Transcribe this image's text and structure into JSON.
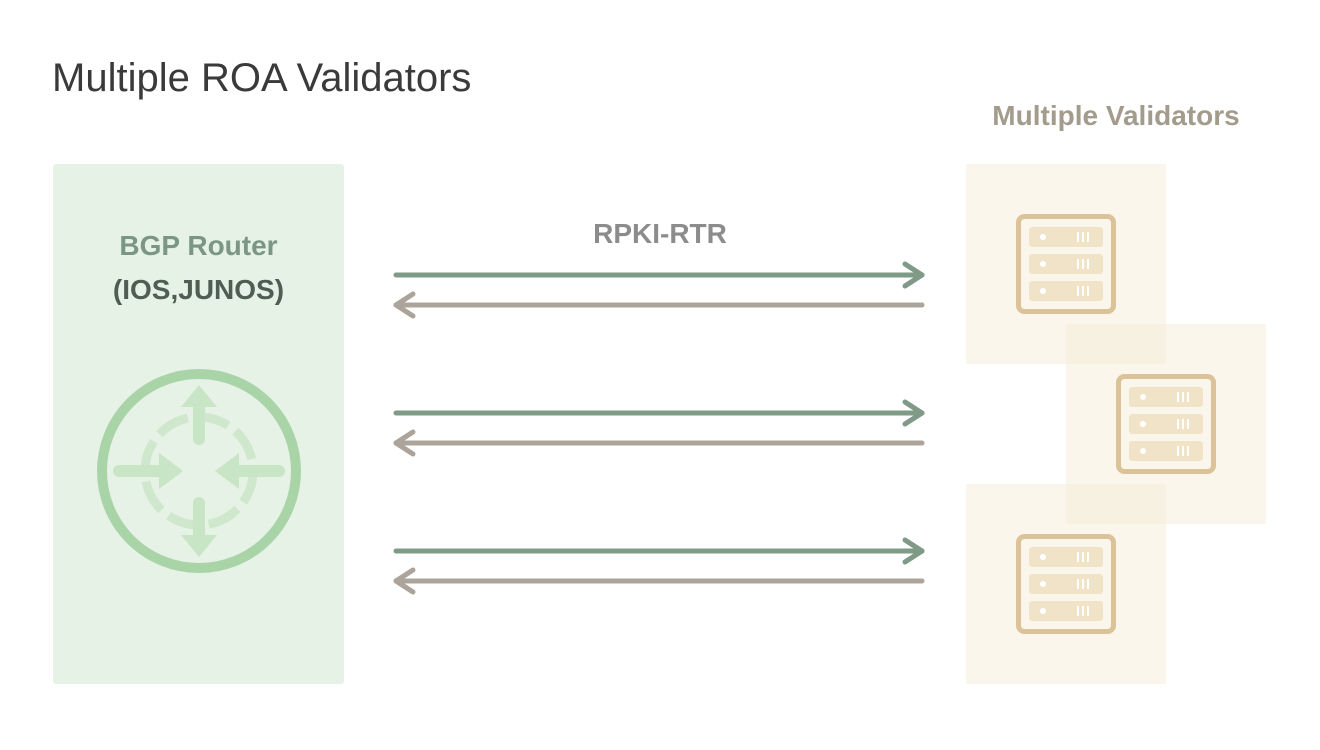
{
  "title": "Multiple ROA Validators",
  "router": {
    "name": "BGP Router",
    "os": "(IOS,JUNOS)",
    "icon": "router-icon"
  },
  "protocol": {
    "label": "RPKI-RTR"
  },
  "validators": {
    "heading": "Multiple Validators",
    "count": 3,
    "icon": "server-icon"
  },
  "connections": [
    {
      "to_validator": "rightward-arrow",
      "from_validator": "leftward-arrow"
    },
    {
      "to_validator": "rightward-arrow",
      "from_validator": "leftward-arrow"
    },
    {
      "to_validator": "rightward-arrow",
      "from_validator": "leftward-arrow"
    }
  ],
  "colors": {
    "router_panel": "#e7f2e6",
    "router_icon": "#a8d4a8",
    "arrow_to_validator": "#7f9a86",
    "arrow_from_validator": "#aca49a",
    "validator_box": "#f8f3ea",
    "server_icon": "#dcc299"
  }
}
